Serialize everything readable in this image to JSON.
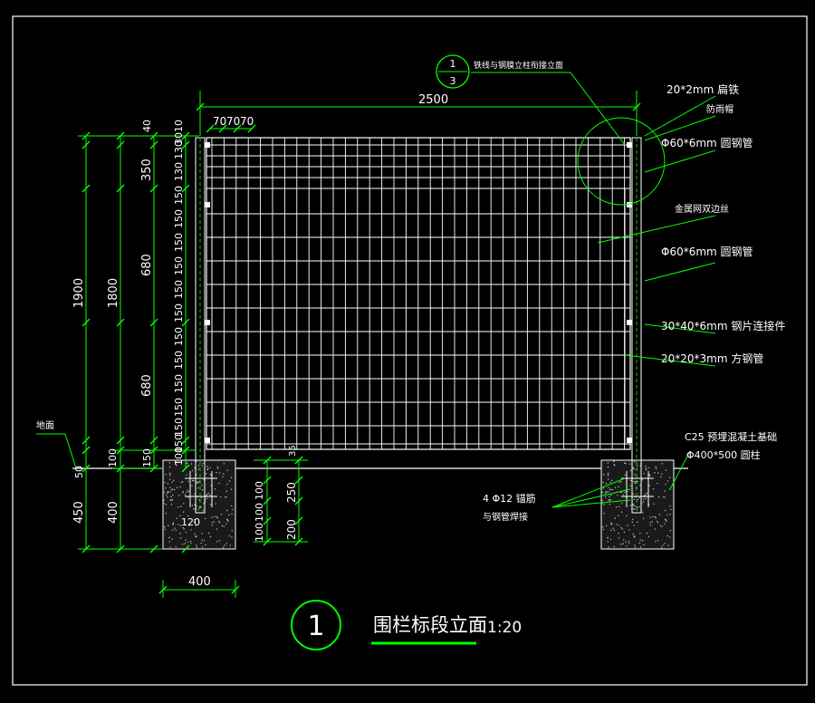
{
  "drawing": {
    "title": "围栏标段立面",
    "scale": "1:20",
    "number": "1",
    "detail_ref": {
      "top": "1",
      "bottom": "3"
    }
  },
  "dimensions": {
    "total_width": "2500",
    "spacing": "70",
    "spacing2": "70",
    "spacing3": "70",
    "left_outer": {
      "total": "1900",
      "ground": "50",
      "foundation": "450",
      "foundation_low": "400"
    },
    "left_inner": {
      "top": "40",
      "upper": "350",
      "mid1": "680",
      "total": "1800",
      "mid2": "680",
      "lower": "150",
      "bottom": "100"
    },
    "grid_labels": [
      "10",
      "30",
      "130",
      "130",
      "150",
      "150",
      "150",
      "150",
      "150",
      "150",
      "150",
      "150",
      "150",
      "150",
      "150",
      "150",
      "100"
    ],
    "foundation_left": [
      "100",
      "100",
      "100"
    ],
    "foundation_right": [
      "35",
      "250",
      "200"
    ],
    "foundation_width": "400",
    "post_offset": "120"
  },
  "callouts": {
    "detail": "铁线与钢膜立柱衔接立面",
    "flat_steel": "20*2mm 扁铁",
    "rain_cap": "防雨帽",
    "pipe_top": "Φ60*6mm 圆钢管",
    "mesh": "金属网双边丝",
    "pipe_mid": "Φ60*6mm 圆钢管",
    "connector": "30*40*6mm 钢片连接件",
    "square_pipe": "20*20*3mm 方钢管",
    "concrete": "C25 预埋混凝土基础",
    "pile": "Φ400*500 圆柱",
    "rebar": "4 Φ12 锚筋",
    "rebar2": "与钢管焊接",
    "ground": "地面"
  },
  "colors": {
    "line": "#00ff00",
    "frame": "#ffffff",
    "background": "#000000",
    "text": "#ffffff"
  }
}
